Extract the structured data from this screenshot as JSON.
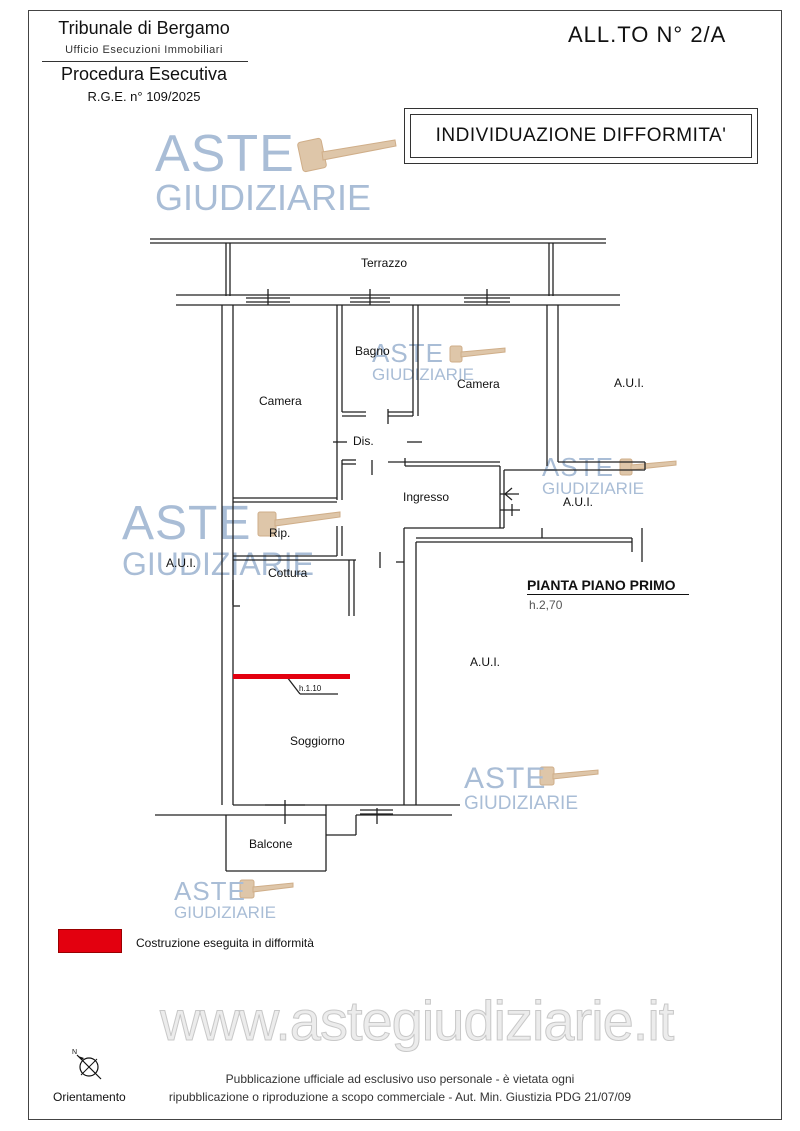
{
  "header": {
    "court": "Tribunale di Bergamo",
    "office": "Ufficio Esecuzioni Immobiliari",
    "procedure": "Procedura Esecutiva",
    "rge": "R.G.E. n° 109/2025",
    "annex": "ALL.TO N° 2/A",
    "title": "INDIVIDUAZIONE DIFFORMITA'"
  },
  "plan": {
    "floor_title": "PIANTA PIANO PRIMO",
    "floor_height": "h.2,70",
    "rooms": {
      "terrazzo": "Terrazzo",
      "bagno": "Bagno",
      "camera_left": "Camera",
      "camera_right": "Camera",
      "dis": "Dis.",
      "ingresso": "Ingresso",
      "rip": "Rip.",
      "cottura": "Cottura",
      "soggiorno": "Soggiorno",
      "balcone": "Balcone",
      "aui_top_right": "A.U.I.",
      "aui_mid_right": "A.U.I.",
      "aui_left": "A.U.I.",
      "aui_center": "A.U.I."
    },
    "nonconformity_height": "h.1.10",
    "nonconformity_color": "#e3000f"
  },
  "legend": {
    "label": "Costruzione eseguita in difformità",
    "color": "#e3000f"
  },
  "watermark": {
    "line1": "ASTE",
    "line2": "GIUDIZIARIE",
    "url": "www.astegiudiziarie.it",
    "color": "#a9bdd6"
  },
  "footer": {
    "publication_line1": "Pubblicazione ufficiale ad esclusivo uso personale - è vietata ogni",
    "publication_line2": "ripubblicazione o riproduzione a scopo commerciale - Aut. Min. Giustizia PDG 21/07/09",
    "orientation": "Orientamento",
    "north": "N"
  }
}
